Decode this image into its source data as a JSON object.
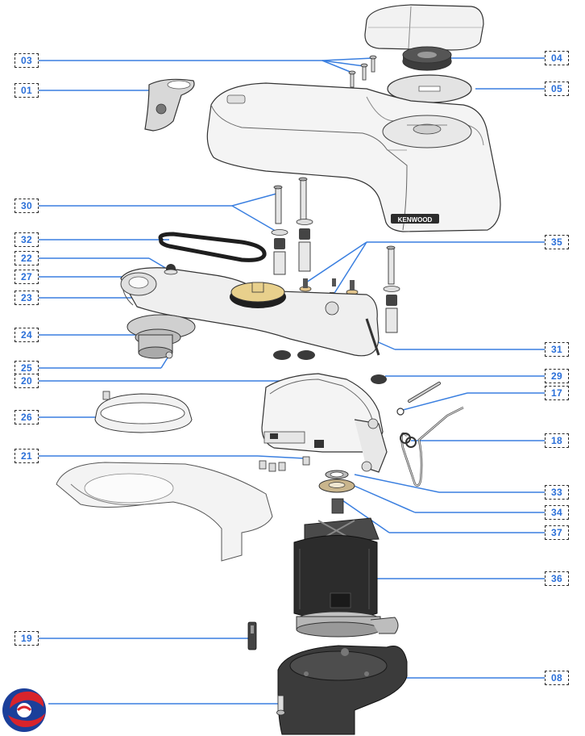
{
  "diagram": {
    "part_numbers": [
      "01",
      "03",
      "04",
      "05",
      "30",
      "32",
      "22",
      "27",
      "23",
      "24",
      "25",
      "20",
      "26",
      "21",
      "19",
      "35",
      "31",
      "29",
      "17",
      "18",
      "33",
      "34",
      "37",
      "36",
      "08"
    ],
    "logo": {
      "colors": {
        "red": "#d8242c",
        "blue": "#1b3f9a"
      }
    },
    "accent_color": "#3a7fe0",
    "brand_text": "KENWOOD"
  }
}
